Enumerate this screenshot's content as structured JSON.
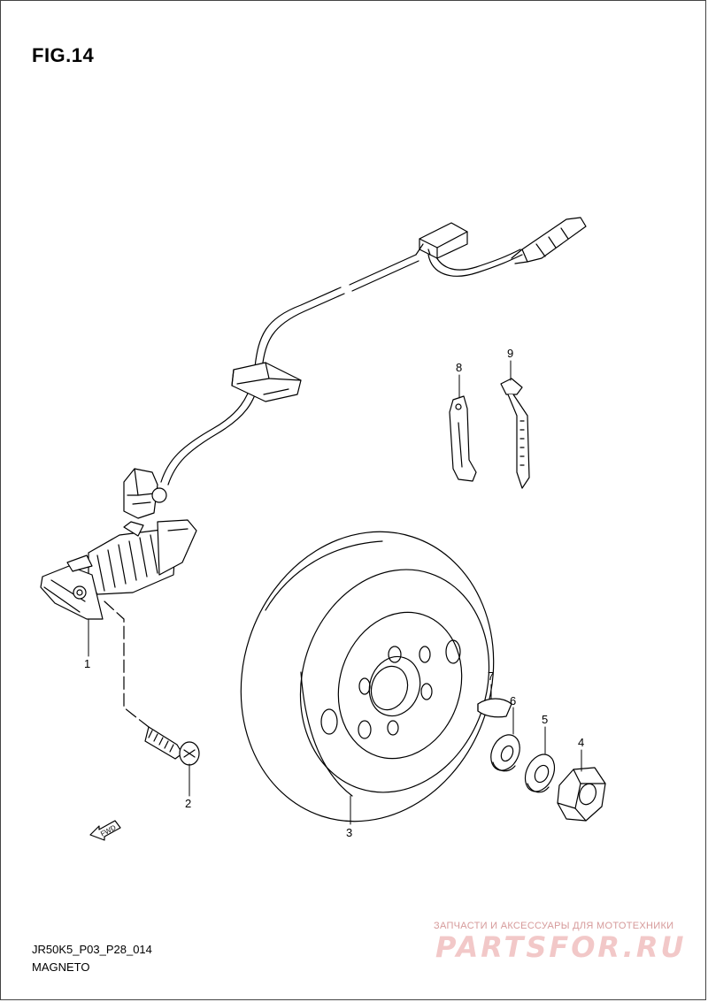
{
  "figure": {
    "title": "FIG.14",
    "code": "JR50K5_P03_P28_014",
    "name": "MAGNETO"
  },
  "callouts": [
    {
      "label": "1",
      "part": "stator-coil-assembly"
    },
    {
      "label": "2",
      "part": "bolt"
    },
    {
      "label": "3",
      "part": "flywheel-rotor"
    },
    {
      "label": "4",
      "part": "nut"
    },
    {
      "label": "5",
      "part": "lock-washer"
    },
    {
      "label": "6",
      "part": "washer"
    },
    {
      "label": "7",
      "part": "woodruff-key"
    },
    {
      "label": "8",
      "part": "clamp"
    },
    {
      "label": "9",
      "part": "cable-tie"
    }
  ],
  "fwd_label": "FWD",
  "watermark": {
    "subtitle": "ЗАПЧАСТИ И АКСЕССУАРЫ ДЛЯ МОТОТЕХНИКИ",
    "brand": "PARTSFOR.RU"
  }
}
